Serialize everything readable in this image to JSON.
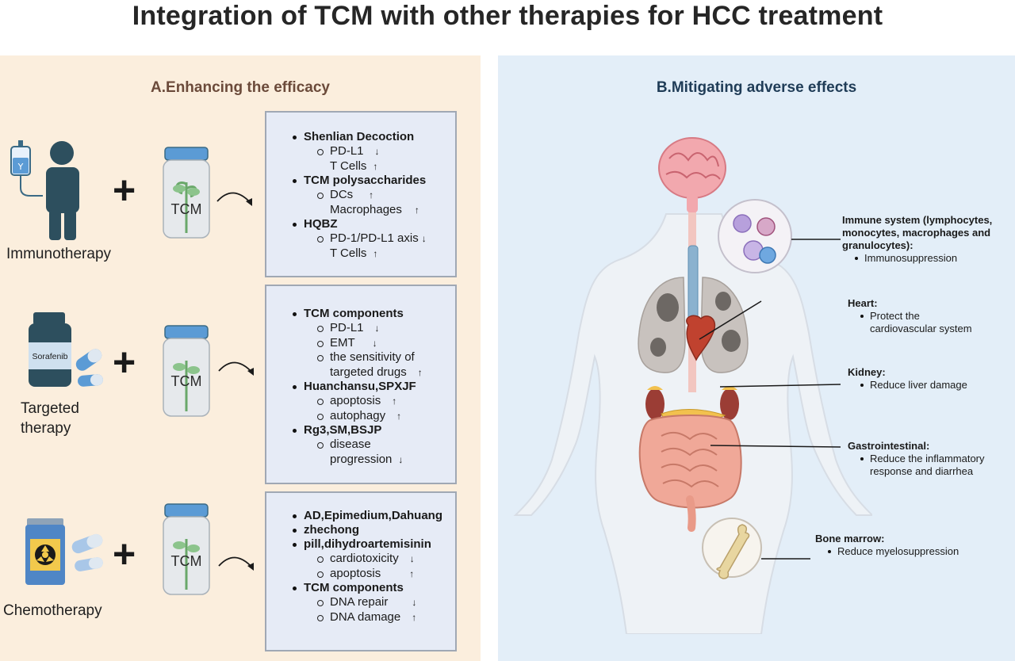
{
  "title": "Integration of TCM with other therapies for HCC treatment",
  "panel_a": {
    "title": "A.Enhancing the efficacy",
    "jar_label": "TCM",
    "plus": "+",
    "therapies": [
      {
        "label": "Immunotherapy"
      },
      {
        "label_line1": "Targeted",
        "label_line2": "therapy",
        "drug_label": "Sorafenib"
      },
      {
        "label": "Chemotherapy"
      }
    ],
    "boxes": [
      {
        "items": [
          {
            "name": "Shenlian Decoction",
            "subs": [
              {
                "text": "PD-L1",
                "arrow": "↓",
                "bullet": true
              },
              {
                "text": "T Cells",
                "arrow": "↑",
                "bullet": false
              }
            ]
          },
          {
            "name": "TCM polysaccharides",
            "subs": [
              {
                "text": "DCs",
                "arrow": "↑",
                "bullet": true
              },
              {
                "text": "Macrophages",
                "arrow": "↑",
                "bullet": false
              }
            ]
          },
          {
            "name": "HQBZ",
            "subs": [
              {
                "text": "PD-1/PD-L1 axis",
                "arrow": "↓",
                "bullet": true
              },
              {
                "text": "T Cells",
                "arrow": "↑",
                "bullet": false
              }
            ]
          }
        ]
      },
      {
        "items": [
          {
            "name": "TCM  components",
            "subs": [
              {
                "text": "PD-L1",
                "arrow": "↓",
                "bullet": true
              },
              {
                "text": "EMT",
                "arrow": "↓",
                "bullet": true
              },
              {
                "text": "the sensitivity of",
                "arrow": "",
                "bullet": true
              },
              {
                "text": "targeted drugs",
                "arrow": "↑",
                "bullet": false
              }
            ]
          },
          {
            "name": "Huanchansu,SPXJF",
            "subs": [
              {
                "text": "apoptosis",
                "arrow": "↑",
                "bullet": true
              },
              {
                "text": "autophagy",
                "arrow": "↑",
                "bullet": true
              }
            ]
          },
          {
            "name": "Rg3,SM,BSJP",
            "subs": [
              {
                "text": "disease",
                "arrow": "",
                "bullet": true
              },
              {
                "text": "progression",
                "arrow": "↓",
                "bullet": false
              }
            ]
          }
        ]
      },
      {
        "items": [
          {
            "name": "AD,Epimedium,Dahuang",
            "subs": []
          },
          {
            "name": "zhechong",
            "subs": [],
            "nobullet": true
          },
          {
            "name": "pill,dihydroartemisinin",
            "subs": [
              {
                "text": "cardiotoxicity",
                "arrow": "↓",
                "bullet": true
              },
              {
                "text": "apoptosis",
                "arrow": "↑",
                "bullet": true
              }
            ],
            "nobullet": true
          },
          {
            "name": "TCM components",
            "subs": [
              {
                "text": "DNA repair",
                "arrow": "↓",
                "bullet": true
              },
              {
                "text": "DNA damage",
                "arrow": "↑",
                "bullet": true
              }
            ]
          }
        ]
      }
    ]
  },
  "panel_b": {
    "title": "B.Mitigating adverse effects",
    "organs": [
      {
        "head": "Immune system (lymphocytes, monocytes, macrophages and granulocytes):",
        "bullets": [
          "Immunosuppression"
        ]
      },
      {
        "head": "Heart:",
        "bullets": [
          "Protect the cardiovascular system"
        ]
      },
      {
        "head": "Kidney:",
        "bullets": [
          "Reduce liver damage"
        ]
      },
      {
        "head": "Gastrointestinal:",
        "bullets": [
          "Reduce the inflammatory response and diarrhea"
        ]
      },
      {
        "head": "Bone marrow:",
        "bullets": [
          "Reduce myelosuppression"
        ]
      }
    ]
  },
  "colors": {
    "panel_a_bg": "#fbeedd",
    "panel_b_bg": "#e3eef8",
    "box_bg": "#e6ebf6",
    "figure_dark": "#2d4f5e",
    "jar_lid": "#5b9bd5"
  }
}
